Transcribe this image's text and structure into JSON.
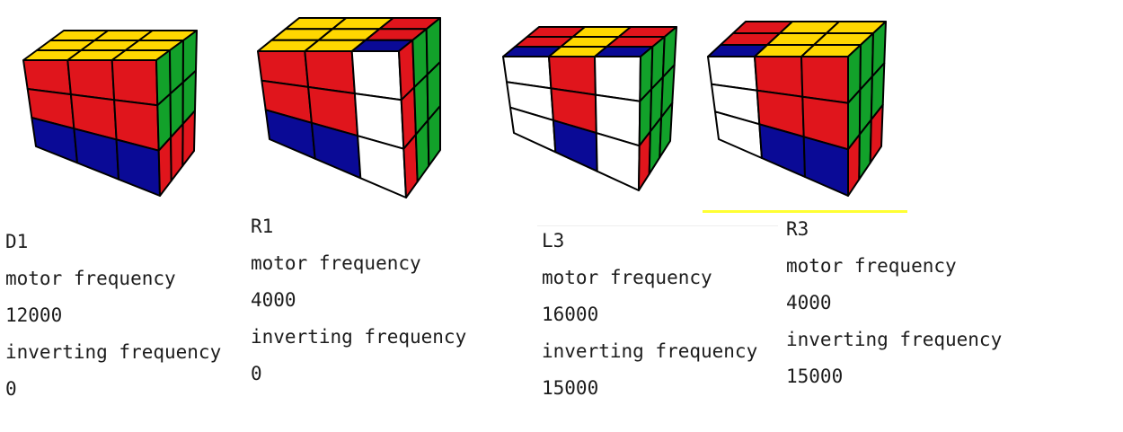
{
  "colors": {
    "yellow": "#FFD700",
    "red": "#E0151C",
    "green": "#12A12A",
    "blue": "#0A0A96",
    "white": "#FFFFFF",
    "edge": "#000000",
    "yellow_rule": "#FFFF33"
  },
  "moves": [
    {
      "name": "D1",
      "motor_label": "motor frequency",
      "motor_value": "12000",
      "inverting_label": "inverting frequency",
      "inverting_value": "0",
      "faces": {
        "top": [
          "Y",
          "Y",
          "Y",
          "Y",
          "Y",
          "Y",
          "Y",
          "Y",
          "Y"
        ],
        "front": [
          "R",
          "R",
          "R",
          "R",
          "R",
          "R",
          "B",
          "B",
          "B"
        ],
        "right": [
          "G",
          "G",
          "G",
          "G",
          "G",
          "G",
          "R",
          "R",
          "R"
        ]
      }
    },
    {
      "name": "R1",
      "motor_label": "motor frequency",
      "motor_value": "4000",
      "inverting_label": "inverting frequency",
      "inverting_value": "0",
      "faces": {
        "top": [
          "Y",
          "Y",
          "R",
          "Y",
          "Y",
          "R",
          "Y",
          "Y",
          "B"
        ],
        "front": [
          "R",
          "R",
          "W",
          "R",
          "R",
          "W",
          "B",
          "B",
          "W"
        ],
        "right": [
          "R",
          "G",
          "G",
          "R",
          "G",
          "G",
          "R",
          "G",
          "G"
        ]
      }
    },
    {
      "name": "L3",
      "motor_label": "motor frequency",
      "motor_value": "16000",
      "inverting_label": "inverting frequency",
      "inverting_value": "15000",
      "faces": {
        "top": [
          "R",
          "Y",
          "R",
          "R",
          "Y",
          "R",
          "B",
          "Y",
          "B"
        ],
        "front": [
          "W",
          "R",
          "W",
          "W",
          "R",
          "W",
          "W",
          "B",
          "W"
        ],
        "right": [
          "G",
          "G",
          "G",
          "G",
          "G",
          "G",
          "R",
          "G",
          "G"
        ]
      }
    },
    {
      "name": "R3",
      "motor_label": "motor frequency",
      "motor_value": "4000",
      "inverting_label": "inverting frequency",
      "inverting_value": "15000",
      "faces": {
        "top": [
          "R",
          "Y",
          "Y",
          "R",
          "Y",
          "Y",
          "B",
          "Y",
          "Y"
        ],
        "front": [
          "W",
          "R",
          "R",
          "W",
          "R",
          "R",
          "W",
          "B",
          "B"
        ],
        "right": [
          "G",
          "G",
          "G",
          "G",
          "G",
          "G",
          "R",
          "G",
          "R"
        ]
      }
    }
  ]
}
